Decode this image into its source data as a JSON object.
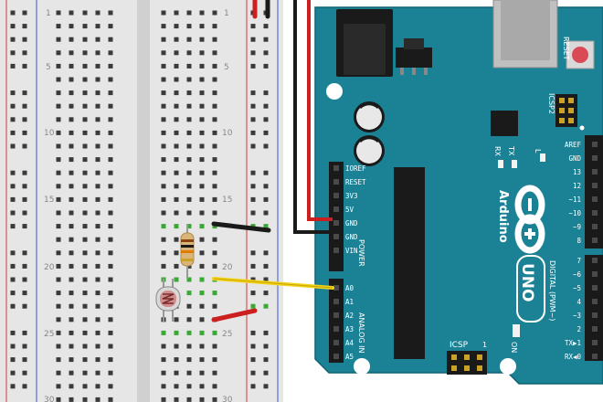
{
  "breadboard": {
    "row_numbers": [
      "1",
      "5",
      "10",
      "15",
      "20",
      "25",
      "30"
    ]
  },
  "arduino": {
    "brand": "Arduino",
    "model": "UNO",
    "reset_label": "RESET",
    "icsp2_label": "ICSP2",
    "icsp_label": "ICSP",
    "on_label": "ON",
    "l_label": "L",
    "tx_label": "TX",
    "rx_label": "RX",
    "power_label": "POWER",
    "analog_label": "ANALOG IN",
    "digital_label": "DIGITAL (PWM~)",
    "icsp_pin1": "1",
    "power_pins": [
      "IOREF",
      "RESET",
      "3V3",
      "5V",
      "GND",
      "GND",
      "VIN"
    ],
    "analog_pins": [
      "A0",
      "A1",
      "A2",
      "A3",
      "A4",
      "A5"
    ],
    "digital_pins_top": [
      "AREF",
      "GND",
      "13",
      "12",
      "~11",
      "~10",
      "~9",
      "8"
    ],
    "digital_pins_bottom": [
      "7",
      "~6",
      "~5",
      "4",
      "~3",
      "2",
      "TX▶1",
      "RX◀0"
    ]
  },
  "colors": {
    "board": "#1b8296",
    "board_edge": "#0f6272",
    "wire_red": "#cc1f1f",
    "wire_black": "#1a1a1a",
    "wire_yellow": "#f4d31c",
    "rail_red": "#d23b3b",
    "rail_blue": "#3b5bd2"
  }
}
